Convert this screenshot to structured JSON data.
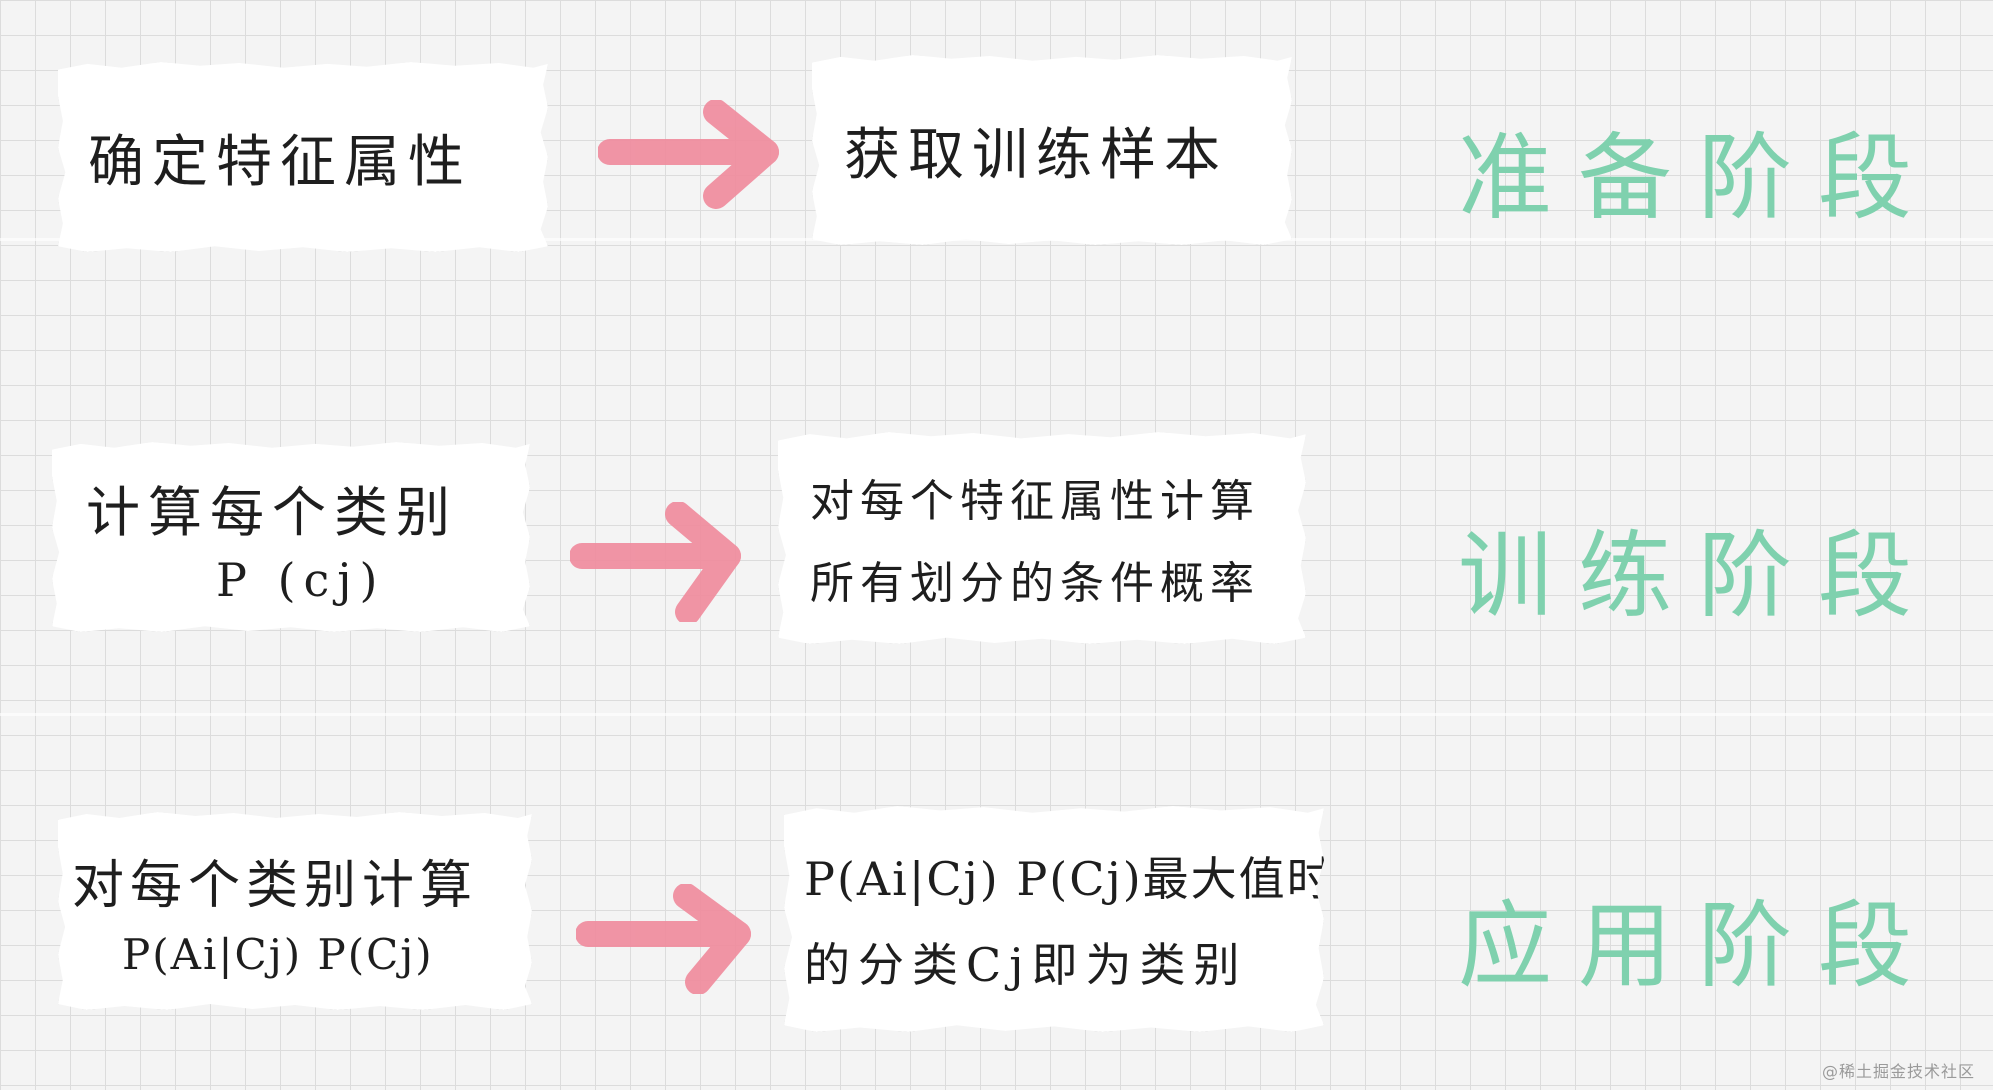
{
  "prep": {
    "box_a": "确定特征属性",
    "box_b": "获取训练样本",
    "label": "准备阶段"
  },
  "train": {
    "box_a_line1": "计算每个类别",
    "box_a_line2": "P (cj)",
    "box_b_line1": "对每个特征属性计算",
    "box_b_line2": "所有划分的条件概率",
    "label": "训练阶段"
  },
  "apply": {
    "box_a_line1": "对每个类别计算",
    "box_a_line2": "P(Ai|Cj) P(Cj)",
    "box_b_line1": "P(Ai|Cj) P(Cj)最大值时",
    "box_b_line2": "的分类Cj即为类别",
    "label": "应用阶段"
  },
  "watermark": "@稀土掘金技术社区",
  "colors": {
    "arrow": "#f08a9c",
    "stage_label": "#7fd1ae",
    "note_paper": "#ffffff",
    "grid_line": "#dcdcdc"
  },
  "icons": {
    "arrow": "right-arrow-icon"
  }
}
